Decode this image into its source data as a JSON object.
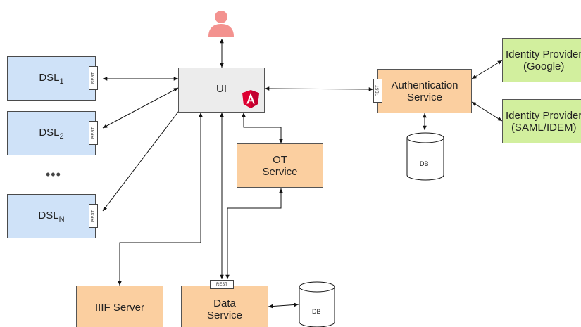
{
  "nodes": {
    "dsl1": {
      "base": "DSL",
      "sub": "1"
    },
    "dsl2": {
      "base": "DSL",
      "sub": "2"
    },
    "dsln": {
      "base": "DSL",
      "sub": "N"
    },
    "ellipsis": "•••",
    "ui": "UI",
    "ot": {
      "line1": "OT",
      "line2": "Service"
    },
    "auth": {
      "line1": "Authentication",
      "line2": "Service"
    },
    "idp_google": {
      "line1": "Identity Provider",
      "line2": "(Google)"
    },
    "idp_saml": {
      "line1": "Identity Provider",
      "line2": "(SAML/IDEM)"
    },
    "iiif": "IIIF Server",
    "data": {
      "line1": "Data",
      "line2": "Service"
    },
    "db_auth": "DB",
    "db_data": "DB",
    "rest": "REST"
  },
  "icons": {
    "user": "user-icon",
    "angular": "angular-logo-icon",
    "database": "database-icon"
  },
  "colors": {
    "dsl": "#cfe2f8",
    "service": "#fbcfa0",
    "identity_provider": "#d2ef9e",
    "ui": "#ececec",
    "user": "#f3928f",
    "angular": "#dd0031"
  }
}
